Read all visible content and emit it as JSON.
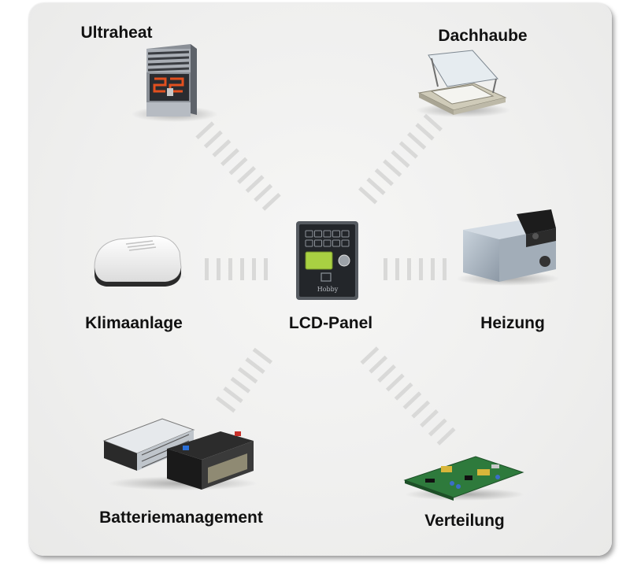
{
  "center": {
    "label": "LCD-Panel",
    "brand": "Hobby"
  },
  "nodes": [
    {
      "id": "ultraheat",
      "label": "Ultraheat"
    },
    {
      "id": "dachhaube",
      "label": "Dachhaube"
    },
    {
      "id": "klimaanlage",
      "label": "Klimaanlage"
    },
    {
      "id": "heizung",
      "label": "Heizung"
    },
    {
      "id": "batteriemanagement",
      "label": "Batteriemanagement"
    },
    {
      "id": "verteilung",
      "label": "Verteilung"
    }
  ],
  "colors": {
    "background": "#efefee",
    "connector_stripe": "#d9d9d8",
    "lcd_screen": "#a9d142",
    "heater_glow": "#d9481e",
    "circuit_board": "#2e7a3c"
  },
  "icons": [
    "ultraheat-heater-icon",
    "roof-hatch-icon",
    "air-conditioner-icon",
    "heating-unit-icon",
    "battery-charger-icon",
    "circuit-board-icon",
    "lcd-panel-icon"
  ]
}
